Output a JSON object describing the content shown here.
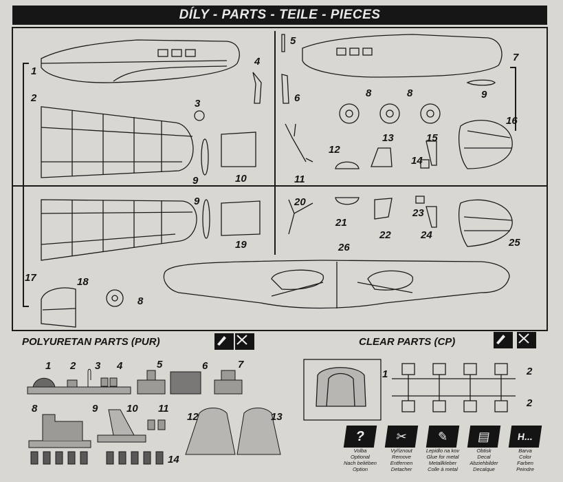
{
  "header": {
    "title": "DÍLY - PARTS - TEILE - PIECES"
  },
  "part_numbers": {
    "p1": "1",
    "p2": "2",
    "p3": "3",
    "p4": "4",
    "p5": "5",
    "p6": "6",
    "p7": "7",
    "p8a": "8",
    "p8b": "8",
    "p8c": "8",
    "p9a": "9",
    "p9b": "9",
    "p9c": "9",
    "p10": "10",
    "p11": "11",
    "p12": "12",
    "p13": "13",
    "p14": "14",
    "p15": "15",
    "p16": "16",
    "p17": "17",
    "p18": "18",
    "p19": "19",
    "p20": "20",
    "p21": "21",
    "p22": "22",
    "p23": "23",
    "p24": "24",
    "p25": "25",
    "p26": "26"
  },
  "polyuretan": {
    "title": "POLYURETAN PARTS  (PUR)",
    "numbers": [
      "1",
      "2",
      "3",
      "4",
      "5",
      "6",
      "7",
      "8",
      "9",
      "10",
      "11",
      "12",
      "13",
      "14"
    ]
  },
  "clear": {
    "title": "CLEAR PARTS  (CP)",
    "numbers": [
      "1",
      "2",
      "2"
    ]
  },
  "legend": [
    {
      "symbol": "?",
      "lines": [
        "Volba",
        "Optional",
        "Nach beliében",
        "Option"
      ]
    },
    {
      "symbol": "✂",
      "lines": [
        "Vyříznout",
        "Remove",
        "Entfernen",
        "Detacher"
      ]
    },
    {
      "symbol": "✎",
      "lines": [
        "Lepidlo na kov",
        "Glue for metal",
        "Metallkleber",
        "Colle à metal"
      ]
    },
    {
      "symbol": "▤",
      "lines": [
        "Obtisk",
        "Decal",
        "Abziehbilder",
        "Decalque"
      ]
    },
    {
      "symbol": "H...",
      "lines": [
        "Barva",
        "Color",
        "Farben",
        "Peindre"
      ]
    }
  ],
  "colors": {
    "ink": "#141414",
    "paper": "#d9d7d2",
    "banner": "#161616"
  }
}
